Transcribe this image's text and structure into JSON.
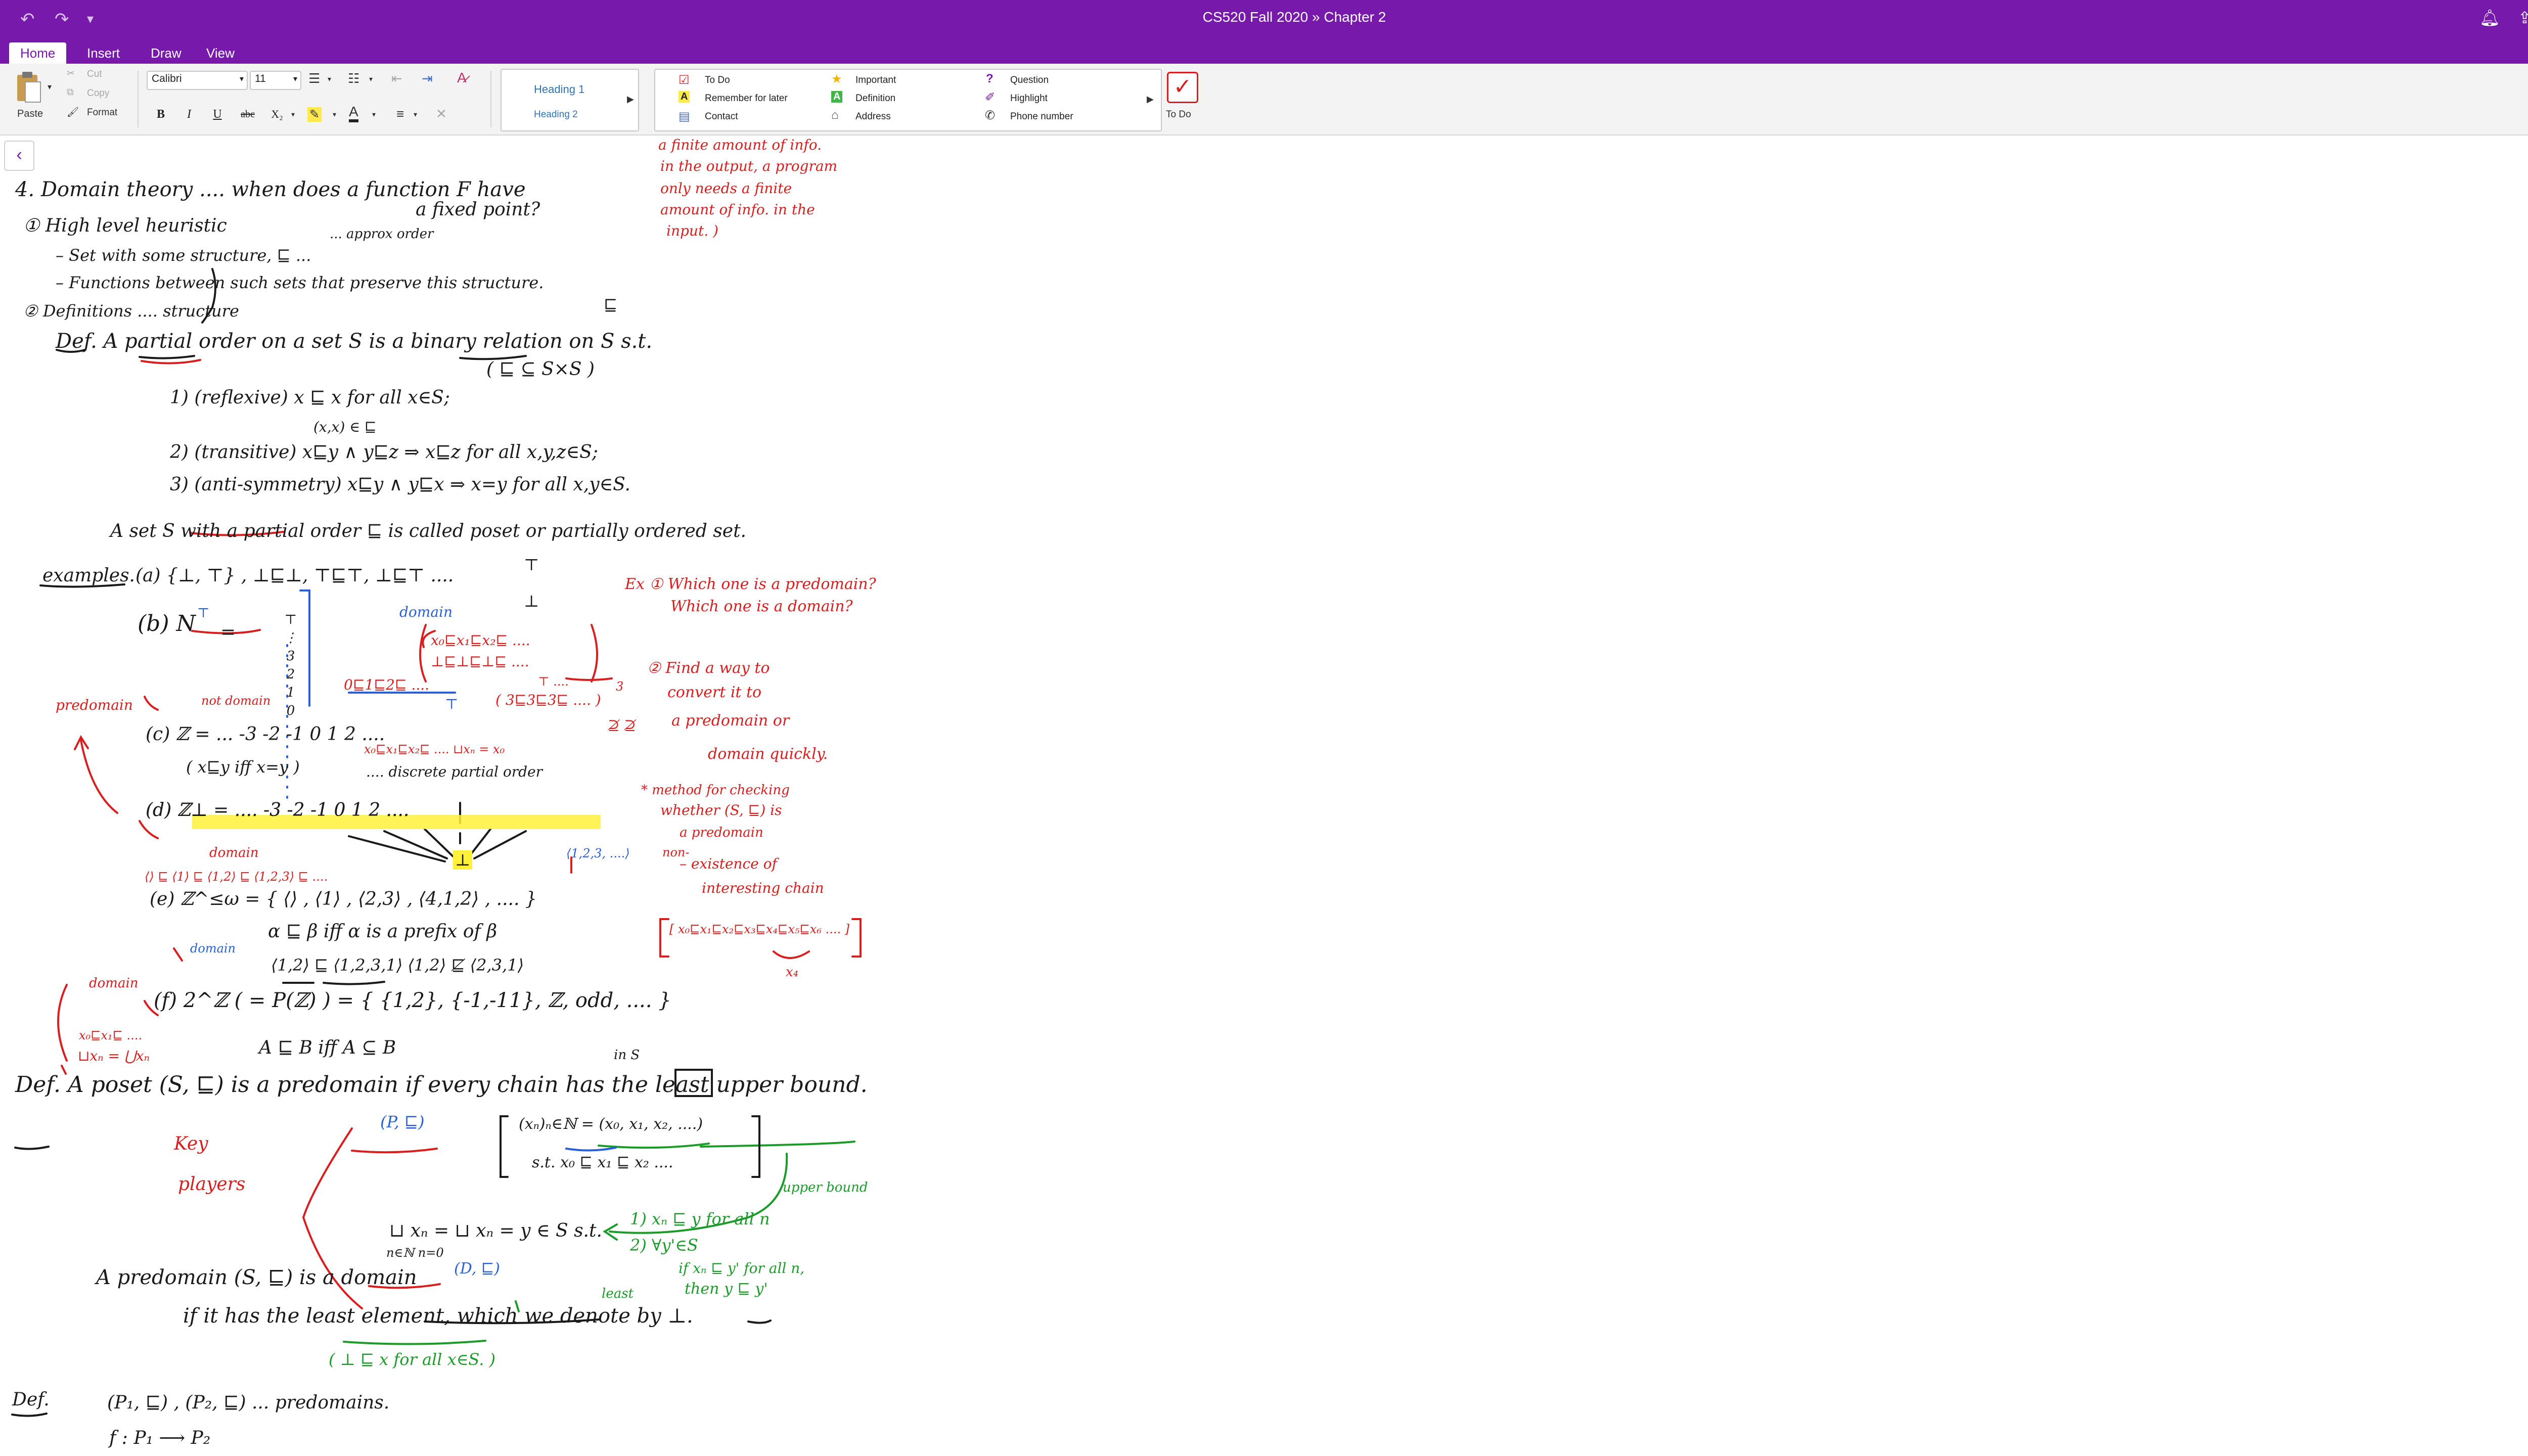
{
  "window": {
    "title": "CS520 Fall 2020  »  Chapter 2"
  },
  "tabs": [
    "Home",
    "Insert",
    "Draw",
    "View"
  ],
  "clipboard": {
    "paste": "Paste",
    "cut": "Cut",
    "copy": "Copy",
    "format": "Format"
  },
  "font": {
    "family": "Calibri",
    "size": "11",
    "bold": "B",
    "italic": "I",
    "underline": "U",
    "strike": "abc",
    "subscript": "X₂"
  },
  "styles": {
    "heading1": "Heading 1",
    "heading2": "Heading 2"
  },
  "tags": [
    {
      "label": "To Do",
      "icon": "checkbox-icon"
    },
    {
      "label": "Remember for later",
      "icon": "highlight-a-icon"
    },
    {
      "label": "Contact",
      "icon": "contact-card-icon"
    },
    {
      "label": "Important",
      "icon": "star-icon"
    },
    {
      "label": "Definition",
      "icon": "definition-a-icon"
    },
    {
      "label": "Address",
      "icon": "house-icon"
    },
    {
      "label": "Question",
      "icon": "question-icon"
    },
    {
      "label": "Highlight",
      "icon": "highlighter-icon"
    },
    {
      "label": "Phone number",
      "icon": "phone-icon"
    }
  ],
  "todo_button": "To Do",
  "colors": {
    "accent": "#7719aa",
    "ink_black": "#1a1a1a",
    "ink_red": "#d81e1e",
    "ink_blue": "#2a5fd8",
    "ink_green": "#1c9a2a",
    "highlighter": "#fff13a"
  },
  "notes": {
    "l1": "4. Domain theory   ....  when does a function F have",
    "l1b": "a fixed point?",
    "l2": "① High level heuristic",
    "l2b": "... approx order",
    "l3": "– Set with some structure, ⊑ ...",
    "l4": "– Functions between such sets that preserve this structure.",
    "l5": "② Definitions  ....  structure",
    "sqsub": "⊑",
    "def1": "Def.  A partial order on a set S is a binary relation on S  s.t.",
    "def1b": "( ⊑ ⊆ S×S )",
    "ref": "1) (reflexive)   x ⊑ x  for all x∈S;",
    "refb": "(x,x) ∈ ⊑",
    "trans": "2) (transitive)  x⊑y ∧ y⊑z ⇒ x⊑z   for all x,y,z∈S;",
    "anti": "3) (anti-symmetry)  x⊑y ∧ y⊑x ⇒ x=y   for all x,y∈S.",
    "poset": "A set S with a partial order ⊑ is called poset or partially ordered set.",
    "ex_label": "examples.",
    "ex1": "(a) {⊥, ⊤} ,  ⊥⊑⊥, ⊤⊑⊤, ⊥⊑⊤   ....",
    "ex1_top": "⊤",
    "ex1_bot": "⊥",
    "ex2": "(b)    N",
    "ex2sup": "⊤",
    "ex2eq": "=",
    "ex2chain": "⊤ ⋮ 3 2 1 0",
    "domain_lbl": "domain",
    "ex2brack1": "x₀⊑x₁⊑x₂⊑ ....",
    "ex2brack2": "⊥⊑⊥⊑⊥⊑ ....",
    "ex2blue": "0⊑1⊑2⊑ ....",
    "ex2blue_t": "⊤",
    "ex2r": "( 3⊑3⊑3⊑ .... )",
    "ex2r_t": "⊤ ....",
    "ex2r_3": "3",
    "ex2r_x": "⊉ ⊉",
    "predomain": "predomain",
    "not_domain": "not domain",
    "ex3": "(c)   ℤ   =   ...  -3   -2   -1   0   1   2   ....",
    "ex3b": "( x⊑y  iff  x=y )",
    "ex3c": ".... discrete partial order",
    "ex3br": "x₀⊑x₁⊑x₂⊑ .... ⊔xₙ = x₀",
    "ex4": "(d)   ℤ⊥  =   ....  -3   -2   -1   0   1   2   ....",
    "ex4bot": "⊥",
    "ex4dom": "domain",
    "ex5pre": "⟨⟩ ⊑ ⟨1⟩ ⊑ ⟨1,2⟩ ⊑ ⟨1,2,3⟩ ⊑ ....",
    "ex5": "(e)   ℤ^≤ω  =   { ⟨⟩ ,  ⟨1⟩ ,  ⟨2,3⟩ ,  ⟨4,1,2⟩ , .... }",
    "ex5blue": "⟨1,2,3, ....⟩",
    "ex5dom": "domain",
    "ex5b": "α ⊑ β   iff   α is a prefix of β",
    "ex5c": "⟨1,2⟩ ⊑ ⟨1,2,3,1⟩          ⟨1,2⟩ ⋢ ⟨2,3,1⟩",
    "ex6": "(f)   2^ℤ ( = P(ℤ) )  =  { {1,2}, {-1,-11}, ℤ, odd, ....  }",
    "ex6b": "A ⊑ B   iff   A ⊆ B",
    "ex6dom": "domain",
    "ex6red1": "x₀⊑x₁⊑ ....",
    "ex6red2": "⊔xₙ = ⋃xₙ",
    "def2": "Def.   A poset (S, ⊑) is a predomain if every chain has the least upper bound.",
    "def2_ins": "in S",
    "pe": "(P, ⊑)",
    "chain1": "(xₙ)ₙ∈ℕ = (x₀, x₁, x₂, ....)",
    "chain2": "s.t.        x₀ ⊑ x₁ ⊑ x₂  ....",
    "key": "Key",
    "players": "players",
    "lub": "⊔ xₙ  =  ⊔ xₙ   =  y ∈ S   s.t.",
    "lub_sub": "n∈ℕ       n=0",
    "ub": "upper bound",
    "lub1": "1)  xₙ ⊑ y    for all n",
    "lub2": "2)  ∀y'∈S",
    "lub3": "if xₙ ⊑ y'  for all n,",
    "lub4": "then  y ⊑ y'",
    "least": "least",
    "de": "(D, ⊑)",
    "dom_def": "A predomain (S, ⊑) is a domain",
    "dom_def2": "if it has the least element, which we denote by ⊥.",
    "dom_def3": "( ⊥ ⊑ x   for all x∈S. )",
    "def3": "Def.",
    "def3a": "(P₁, ⊑) ,  (P₂, ⊑)  ...  predomains.",
    "def3b": "f : P₁ ⟶ P₂",
    "rn1": "a finite amount of info.",
    "rn2": "in the output, a program",
    "rn3": "only needs a finite",
    "rn4": "amount of info. in the",
    "rn5": "input. )",
    "ex_r": "Ex ①  Which one is a predomain?",
    "ex_r2": "Which one is a domain?",
    "ex_r3": "② Find a way to",
    "ex_r4": "convert it to",
    "ex_r5": "a predomain or",
    "ex_r6": "domain  quickly.",
    "ex_r7": "* method for checking",
    "ex_r8": "whether (S, ⊑) is",
    "ex_r9": "a predomain",
    "ex_r10": "non-",
    "ex_r11": "– existence of",
    "ex_r12": "interesting chain",
    "ex_r13": "[ x₀⊑x₁⊑x₂⊑x₃⊑x₄⊑x₅⊑x₆ .... ]",
    "ex_r14": "x₄"
  }
}
